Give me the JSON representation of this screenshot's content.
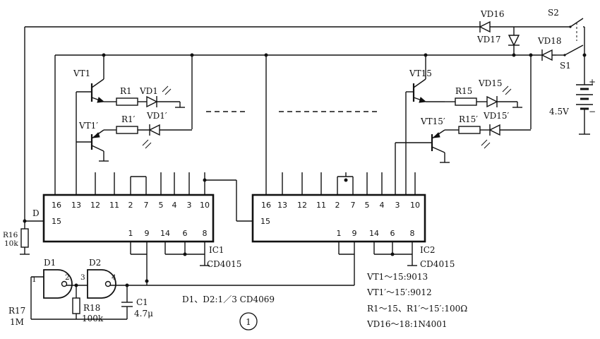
{
  "figure_number": "1",
  "ic1": {
    "name": "IC1",
    "part": "CD4015",
    "top_pins": [
      "16",
      "13",
      "12",
      "11",
      "2",
      "7",
      "5",
      "4",
      "3",
      "10"
    ],
    "left_pin": "15",
    "bottom_pins": [
      "1",
      "9",
      "14",
      "6",
      "8"
    ]
  },
  "ic2": {
    "name": "IC2",
    "part": "CD4015",
    "top_pins": [
      "16",
      "13",
      "12",
      "11",
      "2",
      "7",
      "5",
      "4",
      "3",
      "10"
    ],
    "left_pin": "15",
    "bottom_pins": [
      "1",
      "9",
      "14",
      "6",
      "8"
    ]
  },
  "components": {
    "vt1": "VT1",
    "vt1p": "VT1′",
    "vt15": "VT15",
    "vt15p": "VT15′",
    "r1": "R1",
    "r1p": "R1′",
    "r15": "R15",
    "r15p": "R15′",
    "vd1": "VD1",
    "vd1p": "VD1′",
    "vd15": "VD15",
    "vd15p": "VD15′",
    "vd16": "VD16",
    "vd17": "VD17",
    "vd18": "VD18",
    "s1": "S1",
    "s2": "S2",
    "battery": "4.5V",
    "plus": "+",
    "minus": "−",
    "node_d": "D",
    "r16": "R16",
    "r16_val": "10k",
    "r17": "R17",
    "r17_val": "1M",
    "r18": "R18",
    "r18_val": "100k",
    "c1": "C1",
    "c1_val": "4.7μ",
    "d1": "D1",
    "d2": "D2",
    "d1_pin1": "1",
    "d1_pin2": "2",
    "d2_pin3": "3",
    "d2_pin4": "4"
  },
  "notes": {
    "gates": "D1、D2:1／3 CD4069",
    "vt_main": "VT1～15:9013",
    "vt_prime": "VT1′～15′:9012",
    "resistors": "R1～15、R1′～15′:100Ω",
    "diodes": "VD16～18:1N4001"
  }
}
